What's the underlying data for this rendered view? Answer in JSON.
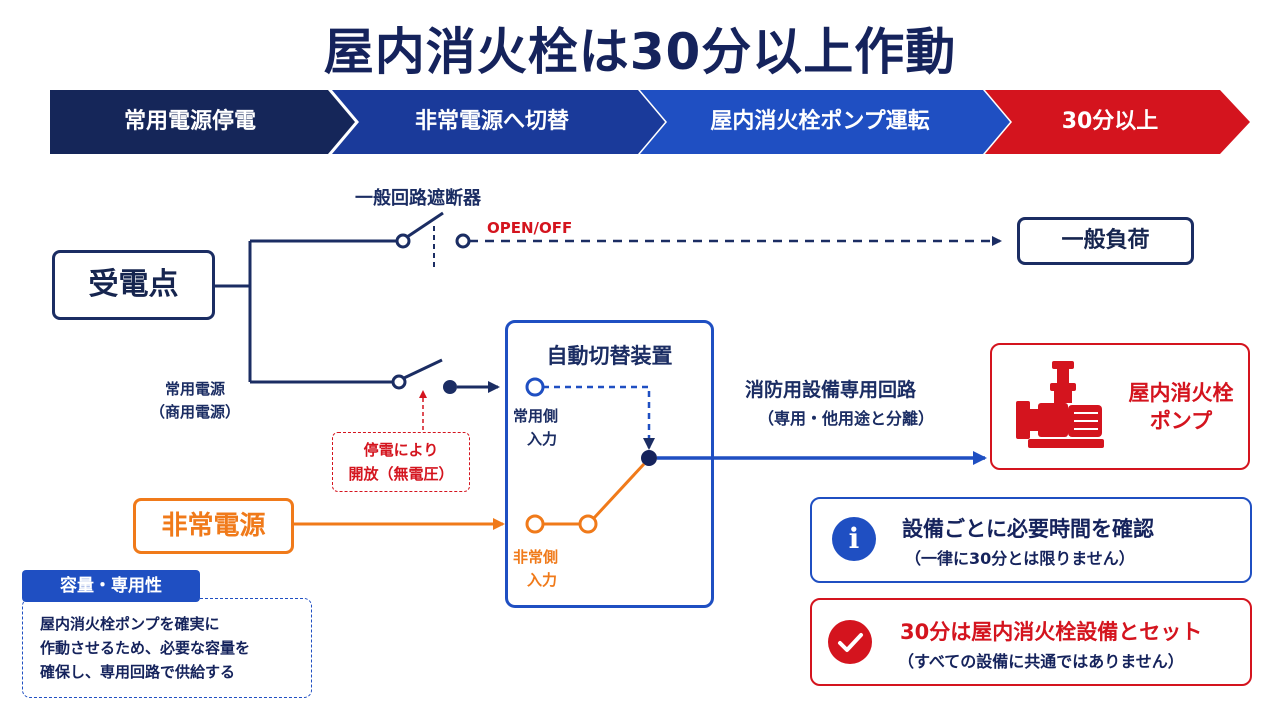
{
  "title": "屋内消火栓は30分以上作動",
  "steps": [
    {
      "label": "常用電源停電",
      "color": "#152659"
    },
    {
      "label": "非常電源へ切替",
      "color": "#1a3a9a"
    },
    {
      "label": "屋内消火栓ポンプ運転",
      "color": "#1f4fc2"
    },
    {
      "label": "30分以上",
      "color": "#d4141e"
    }
  ],
  "diagram": {
    "breaker_label": "一般回路遮断器",
    "open_label": "OPEN/OFF",
    "general_load": "一般負荷",
    "receiving_point": "受電点",
    "normal_power_line1": "常用電源",
    "normal_power_line2": "（商用電源）",
    "outage_line1": "停電により",
    "outage_line2": "開放（無電圧）",
    "ats_title": "自動切替装置",
    "normal_input_line1": "常用側",
    "normal_input_line2": "入力",
    "emergency_input_line1": "非常側",
    "emergency_input_line2": "入力",
    "emergency_power": "非常電源",
    "fire_circuit_line1": "消防用設備専用回路",
    "fire_circuit_line2": "（専用・他用途と分離）",
    "pump_line1": "屋内消火栓",
    "pump_line2": "ポンプ"
  },
  "capacity_note": {
    "heading": "容量・専用性",
    "line1": "屋内消火栓ポンプを確実に",
    "line2": "作動させるため、必要な容量を",
    "line3": "確保し、専用回路で供給する"
  },
  "info_note": {
    "icon": "info-icon",
    "line1": "設備ごとに必要時間を確認",
    "line2": "（一律に30分とは限りません）"
  },
  "check_note": {
    "icon": "check-icon",
    "line1": "30分は屋内消火栓設備とセット",
    "line2": "（すべての設備に共通ではありません）"
  },
  "colors": {
    "navy": "#1b2d63",
    "orange": "#f07a1a",
    "red": "#d4141e",
    "blue": "#1f4fc2"
  }
}
